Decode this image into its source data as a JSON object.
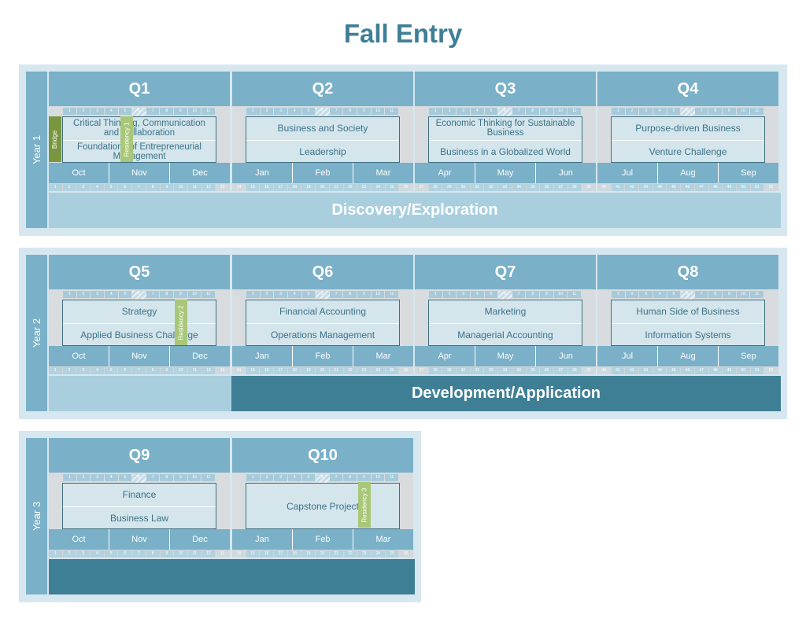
{
  "page_title": "Fall Entry",
  "years": [
    {
      "label": "Year 1",
      "phase": "Discovery/Exploration",
      "quarters": [
        {
          "name": "Q1",
          "months": [
            "Oct",
            "Nov",
            "Dec"
          ],
          "courses": [
            "Critical Thinking, Communication and Collaboration",
            "Foundations of Entrepreneurial Management"
          ],
          "bottom_weeks": [
            "1",
            "2",
            "3",
            "4",
            "5",
            "6",
            "7",
            "8",
            "9",
            "10",
            "11",
            "12",
            "13"
          ]
        },
        {
          "name": "Q2",
          "months": [
            "Jan",
            "Feb",
            "Mar"
          ],
          "courses": [
            "Business and Society",
            "Leadership"
          ],
          "bottom_weeks": [
            "14",
            "15",
            "16",
            "17",
            "18",
            "19",
            "20",
            "21",
            "22",
            "23",
            "24",
            "25",
            "26"
          ]
        },
        {
          "name": "Q3",
          "months": [
            "Apr",
            "May",
            "Jun"
          ],
          "courses": [
            "Economic Thinking for Sustainable Business",
            "Business in a Globalized World"
          ],
          "bottom_weeks": [
            "27",
            "28",
            "29",
            "30",
            "31",
            "32",
            "33",
            "34",
            "35",
            "36",
            "37",
            "38",
            "39"
          ]
        },
        {
          "name": "Q4",
          "months": [
            "Jul",
            "Aug",
            "Sep"
          ],
          "courses": [
            "Purpose-driven Business",
            "Venture Challenge"
          ],
          "bottom_weeks": [
            "40",
            "41",
            "42",
            "43",
            "44",
            "45",
            "46",
            "47",
            "48",
            "49",
            "50",
            "51",
            "52"
          ]
        }
      ]
    },
    {
      "label": "Year 2",
      "phase": "Development/Application",
      "quarters": [
        {
          "name": "Q5",
          "months": [
            "Oct",
            "Nov",
            "Dec"
          ],
          "courses": [
            "Strategy",
            "Applied Business Challenge"
          ],
          "bottom_weeks": [
            "1",
            "2",
            "3",
            "4",
            "5",
            "6",
            "7",
            "8",
            "9",
            "10",
            "11",
            "12",
            "13"
          ]
        },
        {
          "name": "Q6",
          "months": [
            "Jan",
            "Feb",
            "Mar"
          ],
          "courses": [
            "Financial Accounting",
            "Operations Management"
          ],
          "bottom_weeks": [
            "14",
            "15",
            "16",
            "17",
            "18",
            "19",
            "20",
            "21",
            "22",
            "23",
            "24",
            "25",
            "26"
          ]
        },
        {
          "name": "Q7",
          "months": [
            "Apr",
            "May",
            "Jun"
          ],
          "courses": [
            "Marketing",
            "Managerial Accounting"
          ],
          "bottom_weeks": [
            "27",
            "28",
            "29",
            "30",
            "31",
            "32",
            "33",
            "34",
            "35",
            "36",
            "37",
            "38",
            "39"
          ]
        },
        {
          "name": "Q8",
          "months": [
            "Jul",
            "Aug",
            "Sep"
          ],
          "courses": [
            "Human Side of Business",
            "Information Systems"
          ],
          "bottom_weeks": [
            "40",
            "41",
            "42",
            "43",
            "44",
            "45",
            "46",
            "47",
            "48",
            "49",
            "50",
            "51",
            "52"
          ]
        }
      ]
    },
    {
      "label": "Year 3",
      "phase": "",
      "quarters": [
        {
          "name": "Q9",
          "months": [
            "Oct",
            "Nov",
            "Dec"
          ],
          "courses": [
            "Finance",
            "Business Law"
          ],
          "bottom_weeks": [
            "1",
            "2",
            "3",
            "4",
            "5",
            "6",
            "7",
            "8",
            "9",
            "10",
            "11",
            "12",
            "13"
          ]
        },
        {
          "name": "Q10",
          "months": [
            "Jan",
            "Feb",
            "Mar"
          ],
          "courses": [
            "Capstone Project",
            ""
          ],
          "bottom_weeks": [
            "14",
            "15",
            "16",
            "17",
            "18",
            "19",
            "20",
            "21",
            "22",
            "23",
            "24",
            "25",
            "26"
          ]
        }
      ]
    }
  ],
  "week_numbers": [
    "1",
    "2",
    "3",
    "4",
    "5",
    "6",
    "7",
    "8",
    "9",
    "10",
    "11"
  ],
  "markers": {
    "bridge": "Bridge",
    "residency_1": "Residency 1",
    "residency_2": "Residency 2",
    "residency_3": "Residency 3"
  },
  "colors": {
    "title": "#3f7f96",
    "header": "#7ab0c8",
    "frame": "#d6e7ef",
    "phase_light": "#a9cfdf",
    "phase_dark": "#3f7f96",
    "residency": "#a9c778",
    "bridge": "#78953f"
  }
}
